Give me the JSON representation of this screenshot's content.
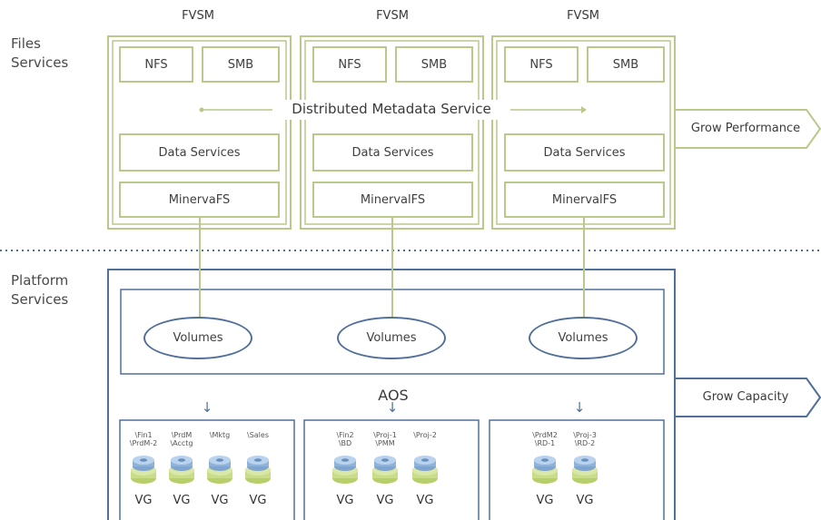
{
  "fvsm_labels": [
    "FVSM",
    "FVSM",
    "FVSM"
  ],
  "files_services": [
    "Files",
    "Services"
  ],
  "platform_services": [
    "Platform",
    "Services"
  ],
  "nodes": [
    {
      "nfs": "NFS",
      "smb": "SMB",
      "data_services": "Data Services",
      "fs": "MinervaFS"
    },
    {
      "nfs": "NFS",
      "smb": "SMB",
      "data_services": "Data Services",
      "fs": "MinervalFS"
    },
    {
      "nfs": "NFS",
      "smb": "SMB",
      "data_services": "Data Services",
      "fs": "MinervalFS"
    }
  ],
  "metadata_service": "Distributed Metadata Service",
  "grow_performance": "Grow Performance",
  "grow_capacity": "Grow Capacity",
  "volumes": [
    "Volumes",
    "Volumes",
    "Volumes"
  ],
  "aos": "AOS",
  "vg_groups": [
    {
      "names": [
        "\\Fin1\n\\PrdM-2",
        "\\PrdM\n\\Acctg",
        "\\Mktg",
        "\\Sales"
      ],
      "labels": [
        "VG",
        "VG",
        "VG",
        "VG"
      ]
    },
    {
      "names": [
        "\\Fin2\n\\BD",
        "\\Proj-1\n\\PMM",
        "\\Proj-2"
      ],
      "labels": [
        "VG",
        "VG",
        "VG"
      ]
    },
    {
      "names": [
        "\\PrdM2\n\\RD-1",
        "\\Proj-3\n\\RD-2"
      ],
      "labels": [
        "VG",
        "VG"
      ]
    }
  ],
  "colors": {
    "green": "#b9c98a",
    "blue": "#50709a",
    "disk_top": "#a9c6e8",
    "disk_base": "#c8dc8a"
  }
}
